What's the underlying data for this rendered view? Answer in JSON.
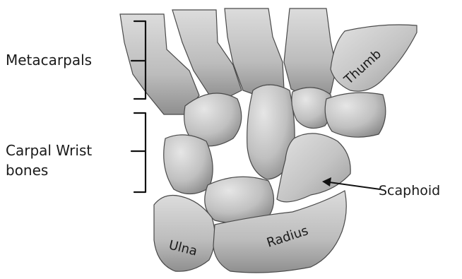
{
  "labels": {
    "metacarpals": "Metacarpals",
    "carpal_line1": "Carpal Wrist",
    "carpal_line2": "bones",
    "scaphoid": "Scaphoid",
    "thumb": "Thumb",
    "ulna": "Ulna",
    "radius": "Radius"
  }
}
